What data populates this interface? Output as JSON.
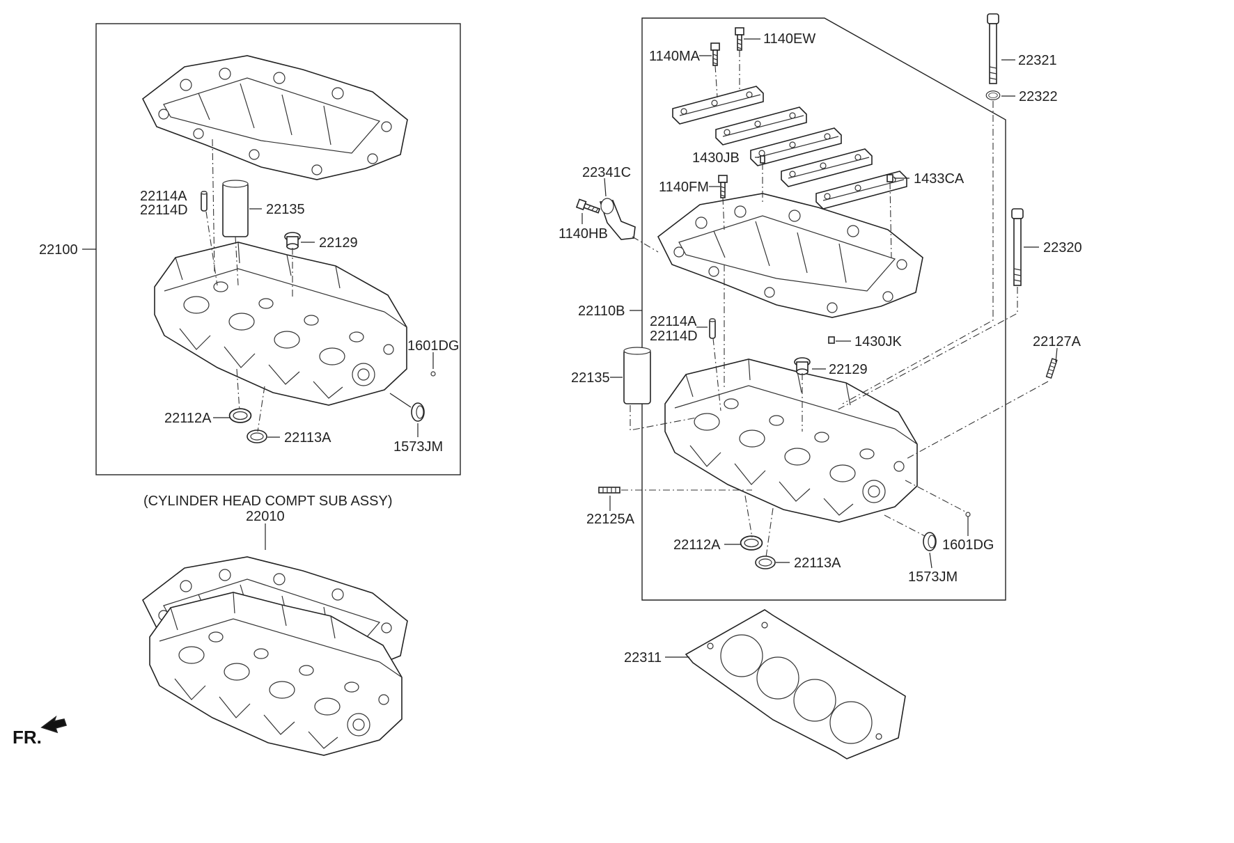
{
  "caption": {
    "subassy_title": "(CYLINDER HEAD COMPT SUB ASSY)",
    "subassy_number": "22010",
    "front_marker": "FR."
  },
  "left_box": {
    "assembly": "22100",
    "parts": [
      "22114A",
      "22114D",
      "22135",
      "22129",
      "1601DG",
      "22112A",
      "22113A",
      "1573JM"
    ]
  },
  "right_box": {
    "assembly": "22110B",
    "parts": [
      "1140EW",
      "1140MA",
      "1430JB",
      "1140FM",
      "1433CA",
      "22341C",
      "1140HB",
      "22114A",
      "22114D",
      "1430JK",
      "22135",
      "22129",
      "22125A",
      "22112A",
      "22113A",
      "1601DG",
      "1573JM"
    ]
  },
  "outside_parts": [
    "22321",
    "22322",
    "22320",
    "22127A",
    "22311"
  ]
}
